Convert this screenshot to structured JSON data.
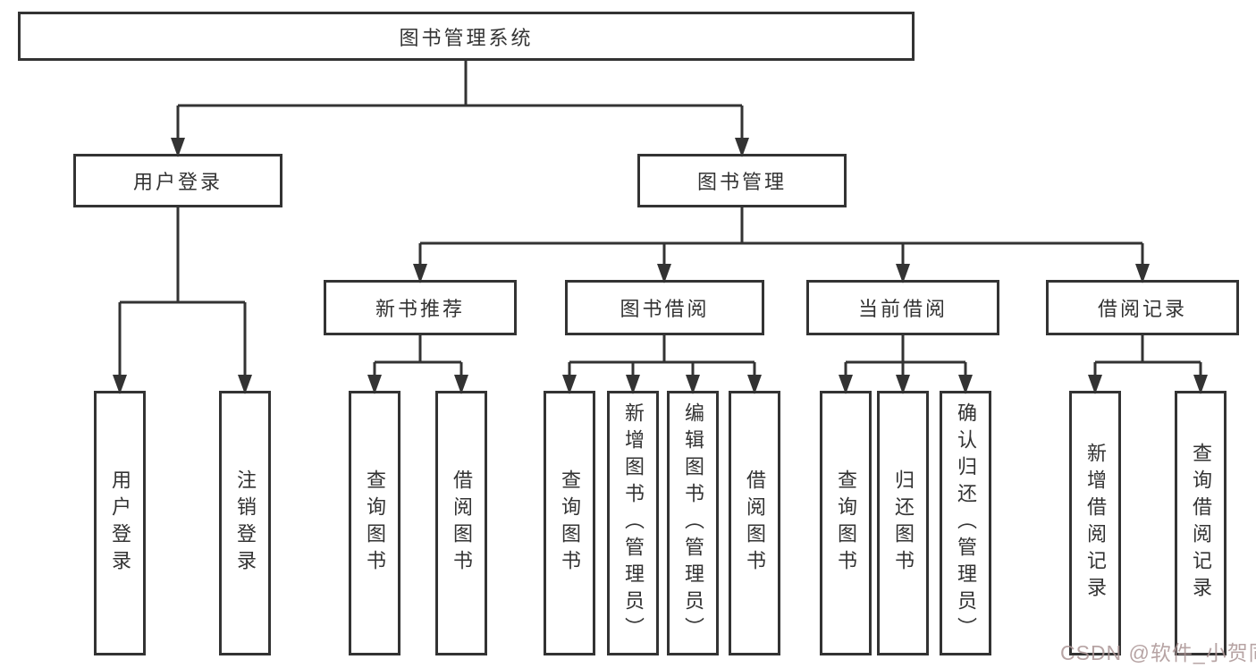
{
  "diagram": {
    "title": "图书管理系统",
    "nodes": {
      "root": "图书管理系统",
      "l1": [
        "用户登录",
        "图书管理"
      ],
      "l2": [
        "新书推荐",
        "图书借阅",
        "当前借阅",
        "借阅记录"
      ],
      "leafA": [
        "用户登录",
        "注销登录"
      ],
      "leafB": [
        "查询图书",
        "借阅图书"
      ],
      "leafC": [
        "查询图书",
        "新增图书（管理员）",
        "编辑图书（管理员）",
        "借阅图书"
      ],
      "leafD": [
        "查询图书",
        "归还图书",
        "确认归还（管理员）"
      ],
      "leafE": [
        "新增借阅记录",
        "查询借阅记录"
      ]
    },
    "hierarchy": {
      "图书管理系统": {
        "用户登录": [
          "用户登录",
          "注销登录"
        ],
        "图书管理": {
          "新书推荐": [
            "查询图书",
            "借阅图书"
          ],
          "图书借阅": [
            "查询图书",
            "新增图书（管理员）",
            "编辑图书（管理员）",
            "借阅图书"
          ],
          "当前借阅": [
            "查询图书",
            "归还图书",
            "确认归还（管理员）"
          ],
          "借阅记录": [
            "新增借阅记录",
            "查询借阅记录"
          ]
        }
      }
    }
  },
  "watermark": {
    "text": "CSDN @软件_小贺同学"
  },
  "colors": {
    "line": "#333333",
    "text": "#333333",
    "background": "#ffffff",
    "watermark": "#aa9494"
  }
}
